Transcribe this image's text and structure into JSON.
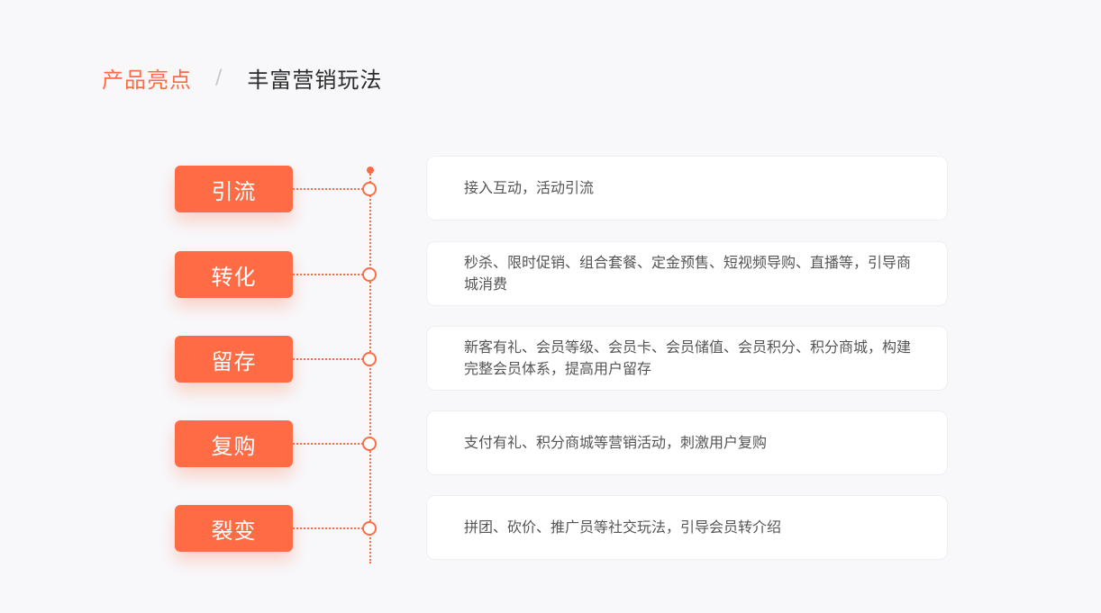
{
  "header": {
    "breadcrumb_active": "产品亮点",
    "separator": "/",
    "title": "丰富营销玩法"
  },
  "items": [
    {
      "tag": "引流",
      "description": "接入互动，活动引流"
    },
    {
      "tag": "转化",
      "description": "秒杀、限时促销、组合套餐、定金预售、短视频导购、直播等，引导商城消费"
    },
    {
      "tag": "留存",
      "description": "新客有礼、会员等级、会员卡、会员储值、会员积分、积分商城，构建完整会员体系，提高用户留存"
    },
    {
      "tag": "复购",
      "description": "支付有礼、积分商城等营销活动，刺激用户复购"
    },
    {
      "tag": "裂变",
      "description": "拼团、砍价、推广员等社交玩法，引导会员转介绍"
    }
  ],
  "colors": {
    "accent": "#ff6b45",
    "background": "#f8f8fb",
    "card": "#ffffff",
    "text": "#555555"
  }
}
